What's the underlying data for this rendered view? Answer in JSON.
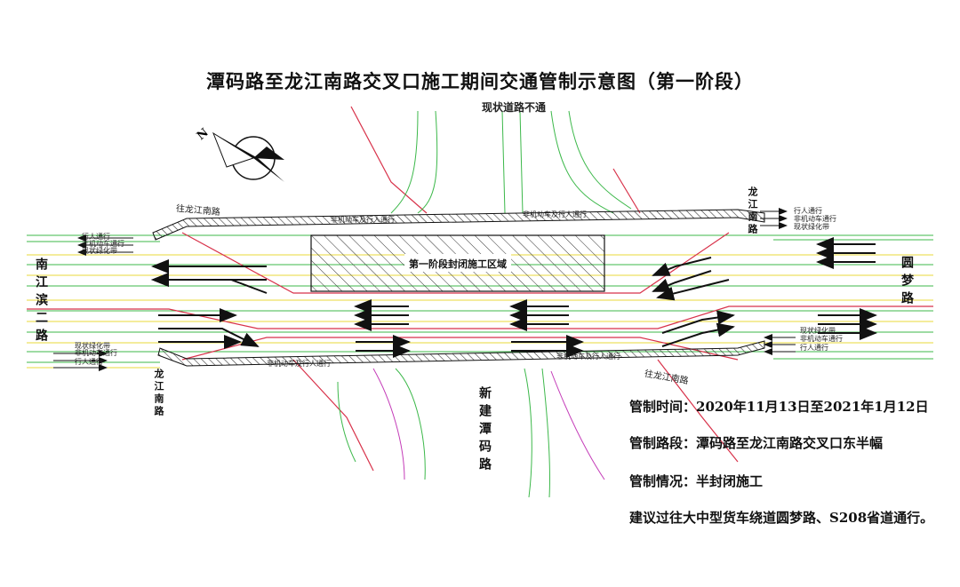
{
  "title": "潭码路至龙江南路交叉口施工期间交通管制示意图（第一阶段）",
  "top_note": "现状道路不通",
  "zone_label": "第一阶段封闭施工区域",
  "roads": {
    "west": "南江滨二路",
    "east": "圆梦路",
    "south_new": "新建潭码路",
    "longjiang_south": "龙江南路",
    "longjiang_north": "龙江南路"
  },
  "north_symbol": "N",
  "lane_labels": {
    "pedestrian": "行人通行",
    "nonmotor": "非机动车通行",
    "green_belt": "现状绿化带",
    "nonmotor_ped_top": "非机动车及行人通行",
    "nonmotor_ped_bottom": "非机动车及行人通行",
    "rotated_top": "往龙江南路",
    "rotated_bottom": "往龙江南路"
  },
  "info": {
    "time_label": "管制时间：",
    "time_value": "2020年11月13日至2021年1月12日",
    "section_label": "管制路段：",
    "section_value": "潭码路至龙江南路交叉口东半幅",
    "status_label": "管制情况：",
    "status_value": "半封闭施工",
    "advice": "建议过往大中型货车绕道圆梦路、S208省道通行。"
  },
  "colors": {
    "red_line": "#d8324a",
    "green_line": "#3cb84a",
    "yellow_line": "#e8d83a",
    "magenta_line": "#c43cb8",
    "text": "#111111"
  }
}
